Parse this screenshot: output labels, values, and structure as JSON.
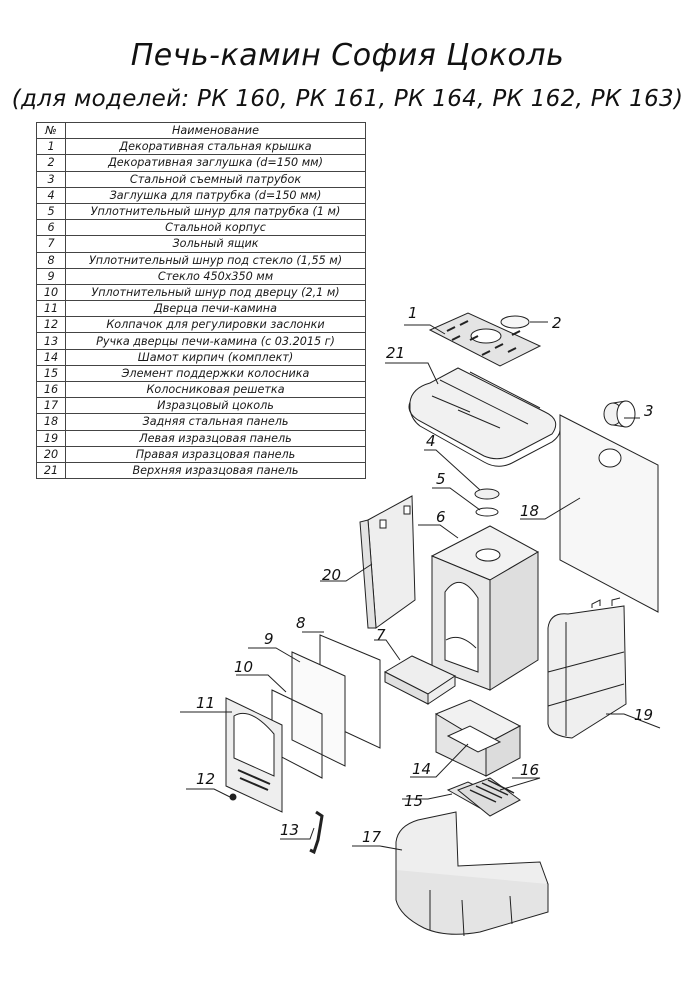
{
  "title": "Печь-камин София Цоколь",
  "subtitle": "(для моделей: РК 160, РК 161, РК 164, РК 162, РК 163)",
  "table": {
    "header_num": "№",
    "header_name": "Наименование",
    "rows": [
      {
        "num": "1",
        "name": "Декоративная стальная крышка"
      },
      {
        "num": "2",
        "name": "Декоративная заглушка (d=150 мм)"
      },
      {
        "num": "3",
        "name": "Стальной съемный патрубок"
      },
      {
        "num": "4",
        "name": "Заглушка для патрубка (d=150 мм)"
      },
      {
        "num": "5",
        "name": "Уплотнительный шнур для патрубка (1 м)"
      },
      {
        "num": "6",
        "name": "Стальной корпус"
      },
      {
        "num": "7",
        "name": "Зольный ящик"
      },
      {
        "num": "8",
        "name": "Уплотнительный шнур под стекло (1,55 м)"
      },
      {
        "num": "9",
        "name": "Стекло 450х350 мм"
      },
      {
        "num": "10",
        "name": "Уплотнительный шнур под дверцу (2,1 м)"
      },
      {
        "num": "11",
        "name": "Дверца печи-камина"
      },
      {
        "num": "12",
        "name": "Колпачок для регулировки заслонки"
      },
      {
        "num": "13",
        "name": "Ручка дверцы печи-камина (с 03.2015 г)"
      },
      {
        "num": "14",
        "name": "Шамот кирпич (комплект)"
      },
      {
        "num": "15",
        "name": "Элемент поддержки колосника"
      },
      {
        "num": "16",
        "name": "Колосниковая решетка"
      },
      {
        "num": "17",
        "name": "Изразцовый цоколь"
      },
      {
        "num": "18",
        "name": "Задняя стальная панель"
      },
      {
        "num": "19",
        "name": "Левая изразцовая панель"
      },
      {
        "num": "20",
        "name": "Правая изразцовая панель"
      },
      {
        "num": "21",
        "name": "Верхняя изразцовая панель"
      }
    ]
  },
  "callouts": [
    "1",
    "2",
    "3",
    "4",
    "5",
    "6",
    "7",
    "8",
    "9",
    "10",
    "11",
    "12",
    "13",
    "14",
    "15",
    "16",
    "17",
    "18",
    "19",
    "20",
    "21"
  ]
}
